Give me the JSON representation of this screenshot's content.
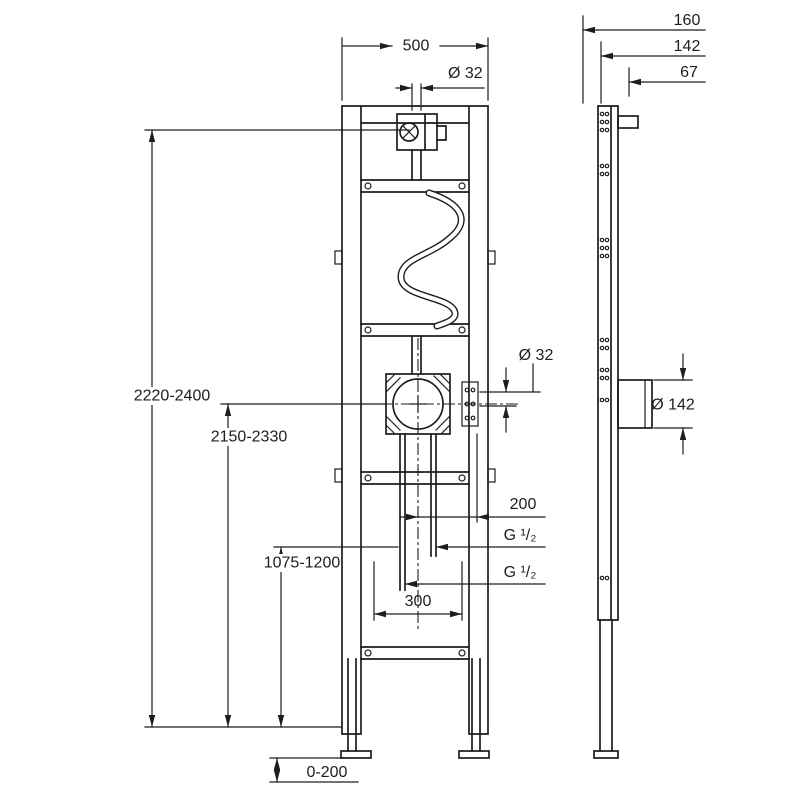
{
  "drawing": {
    "background_color": "#ffffff",
    "line_color": "#1d1d1d",
    "labels": {
      "width_top": "500",
      "pipe_top": "Ø 32",
      "depth_total": "160",
      "depth_frame": "142",
      "depth_offset": "67",
      "height_overall": "2220-2400",
      "height_shower_outlet": "2150-2330",
      "height_mixer": "1075-1200",
      "offset_connection": "200",
      "thread_top": "G ¹/₂",
      "thread_bottom": "G ¹/₂",
      "spacing_connections": "300",
      "pipe_mid": "Ø 32",
      "hole_mixer": "Ø 142",
      "foot_adjustment": "0-200"
    }
  }
}
